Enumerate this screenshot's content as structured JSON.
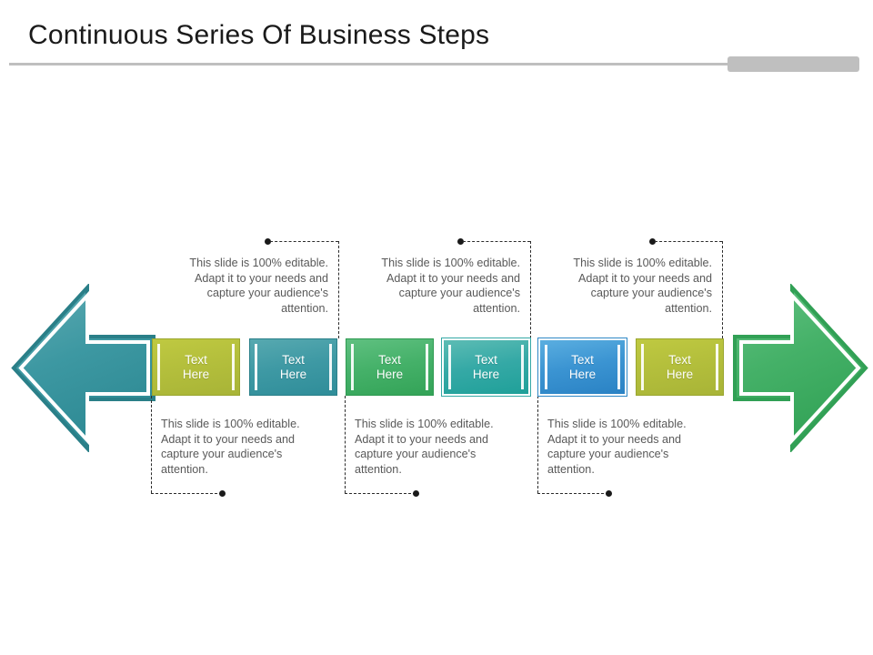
{
  "slide": {
    "title": "Continuous Series Of Business Steps",
    "background": "#ffffff"
  },
  "divider": {
    "color": "#bfbfbf",
    "tab_name": "divider-tab"
  },
  "arrows": {
    "left": {
      "name": "left-arrow",
      "direction": "left",
      "color": "#3a96a0",
      "outline": "#2a7f88"
    },
    "right": {
      "name": "right-arrow",
      "direction": "right",
      "color": "#41b268",
      "outline": "#31a055"
    }
  },
  "boxes": [
    {
      "label": "Text\nHere",
      "line1": "Text",
      "line2": "Here",
      "color": "#b4bf3c",
      "style": "olive"
    },
    {
      "label": "Text\nHere",
      "line1": "Text",
      "line2": "Here",
      "color": "#3e99a4",
      "style": "teal"
    },
    {
      "label": "Text\nHere",
      "line1": "Text",
      "line2": "Here",
      "color": "#45b169",
      "style": "green"
    },
    {
      "label": "Text\nHere",
      "line1": "Text",
      "line2": "Here",
      "color": "#35a9a6",
      "style": "teal2"
    },
    {
      "label": "Text\nHere",
      "line1": "Text",
      "line2": "Here",
      "color": "#3b94d2",
      "style": "blue"
    },
    {
      "label": "Text\nHere",
      "line1": "Text",
      "line2": "Here",
      "color": "#b4bf3c",
      "style": "olive"
    }
  ],
  "blurbs": {
    "upper": [
      {
        "text": "This slide is 100% editable. Adapt it to your needs and capture your audience's attention."
      },
      {
        "text": "This slide is 100% editable. Adapt it to your needs and capture your audience's attention."
      },
      {
        "text": "This slide is 100% editable. Adapt it to your needs and capture your audience's attention."
      }
    ],
    "lower": [
      {
        "text": "This slide is 100% editable. Adapt it to your needs and capture your audience's attention."
      },
      {
        "text": "This slide is 100% editable. Adapt it to your needs and capture your audience's attention."
      },
      {
        "text": "This slide is 100% editable. Adapt it to your needs and capture your audience's attention."
      }
    ]
  }
}
